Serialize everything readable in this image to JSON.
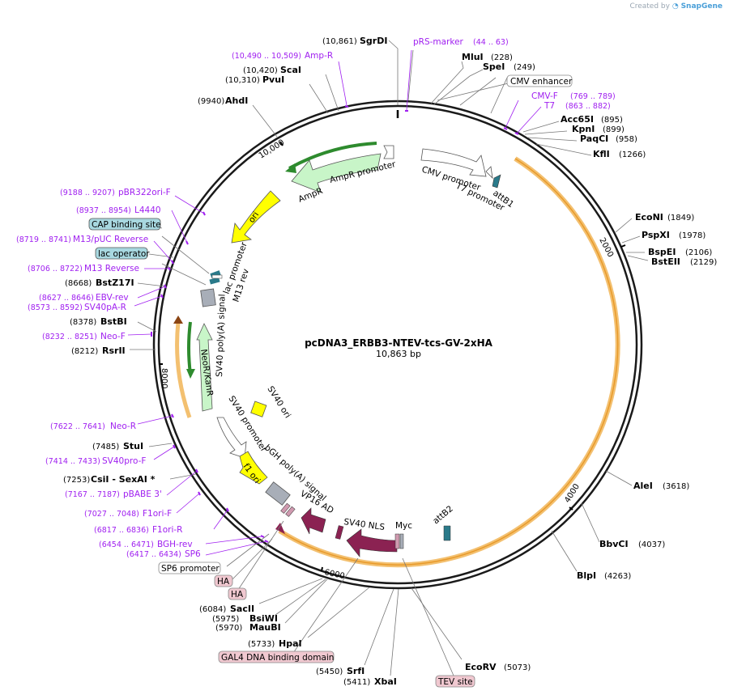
{
  "watermark": {
    "prefix": "Created by",
    "brand": "SnapGene"
  },
  "plasmid": {
    "name": "pcDNA3_ERBB3-NTEV-tcs-GV-2xHA",
    "length_label": "10,863 bp"
  },
  "ring_ticks": [
    "10,000",
    "2000",
    "4000",
    "6000",
    "8000"
  ],
  "sites": [
    {
      "name": "SgrDI",
      "pos": "(10,861)"
    },
    {
      "name": "MluI",
      "pos": "(228)"
    },
    {
      "name": "SpeI",
      "pos": "(249)"
    },
    {
      "name": "Acc65I",
      "pos": "(895)"
    },
    {
      "name": "KpnI",
      "pos": "(899)"
    },
    {
      "name": "PaqCI",
      "pos": "(958)"
    },
    {
      "name": "KflI",
      "pos": "(1266)"
    },
    {
      "name": "EcoNI",
      "pos": "(1849)"
    },
    {
      "name": "PspXI",
      "pos": "(1978)"
    },
    {
      "name": "BspEI",
      "pos": "(2106)"
    },
    {
      "name": "BstEII",
      "pos": "(2129)"
    },
    {
      "name": "AleI",
      "pos": "(3618)"
    },
    {
      "name": "BbvCI",
      "pos": "(4037)"
    },
    {
      "name": "BlpI",
      "pos": "(4263)"
    },
    {
      "name": "EcoRV",
      "pos": "(5073)"
    },
    {
      "name": "XbaI",
      "pos": "(5411)"
    },
    {
      "name": "SrfI",
      "pos": "(5450)"
    },
    {
      "name": "HpaI",
      "pos": "(5733)"
    },
    {
      "name": "MauBI",
      "pos": "(5970)"
    },
    {
      "name": "BsiWI",
      "pos": "(5975)"
    },
    {
      "name": "SacII",
      "pos": "(6084)"
    },
    {
      "name": "CsiI - SexAI *",
      "pos": "(7253)"
    },
    {
      "name": "StuI",
      "pos": "(7485)"
    },
    {
      "name": "RsrII",
      "pos": "(8212)"
    },
    {
      "name": "BstBI",
      "pos": "(8378)"
    },
    {
      "name": "BstZ17I",
      "pos": "(8668)"
    },
    {
      "name": "AhdI",
      "pos": "(9940)"
    },
    {
      "name": "PvuI",
      "pos": "(10,310)"
    },
    {
      "name": "ScaI",
      "pos": "(10,420)"
    }
  ],
  "primers": [
    {
      "name": "pRS-marker",
      "range": "(44 .. 63)"
    },
    {
      "name": "Amp-R",
      "range": "(10,490 .. 10,509)"
    },
    {
      "name": "CMV-F",
      "range": "(769 .. 789)"
    },
    {
      "name": "T7",
      "range": "(863 .. 882)"
    },
    {
      "name": "pBR322ori-F",
      "range": "(9188 .. 9207)"
    },
    {
      "name": "L4440",
      "range": "(8937 .. 8954)"
    },
    {
      "name": "M13/pUC Reverse",
      "range": "(8719 .. 8741)"
    },
    {
      "name": "M13 Reverse",
      "range": "(8706 .. 8722)"
    },
    {
      "name": "EBV-rev",
      "range": "(8627 .. 8646)"
    },
    {
      "name": "SV40pA-R",
      "range": "(8573 .. 8592)"
    },
    {
      "name": "Neo-F",
      "range": "(8232 .. 8251)"
    },
    {
      "name": "Neo-R",
      "range": "(7622 .. 7641)"
    },
    {
      "name": "SV40pro-F",
      "range": "(7414 .. 7433)"
    },
    {
      "name": "pBABE 3'",
      "range": "(7167 .. 7187)"
    },
    {
      "name": "F1ori-F",
      "range": "(7027 .. 7048)"
    },
    {
      "name": "F1ori-R",
      "range": "(6817 .. 6836)"
    },
    {
      "name": "BGH-rev",
      "range": "(6454 .. 6471)"
    },
    {
      "name": "SP6",
      "range": "(6417 .. 6434)"
    }
  ],
  "boxed_labels": [
    "CMV enhancer",
    "CAP binding site",
    "lac operator",
    "SP6 promoter",
    "HA",
    "HA",
    "GAL4 DNA binding domain",
    "TEV site"
  ],
  "features": {
    "ampr": "AmpR",
    "ampr_promoter": "AmpR promoter",
    "cmv_promoter": "CMV promoter",
    "t7_promoter": "T7 promoter",
    "attb1": "attB1",
    "attb2": "attB2",
    "ori": "ori",
    "lac_promoter": "lac promoter",
    "m13_rev": "M13 rev",
    "sv40_polya": "SV40 poly(A) signal",
    "neor": "NeoR/KanR",
    "sv40_ori": "SV40 ori",
    "sv40_promoter": "SV40 promoter",
    "f1_ori": "f1 ori",
    "bgh_polya": "bGH poly(A) signal",
    "vp16": "VP16 AD",
    "sv40_nls": "SV40 NLS",
    "myc": "Myc"
  },
  "colors": {
    "backbone": "#1a1a1a",
    "orf": "#f0a030",
    "primer": "#a020f0",
    "ampr": "#c8f5c8",
    "ori": "#ffff00",
    "vp16": "#8b2252",
    "gray_feature": "#a8aeb8",
    "attb": "#2a7a8a",
    "boxed_blue": "#a8d8e0",
    "boxed_pink": "#f0c8d0"
  }
}
